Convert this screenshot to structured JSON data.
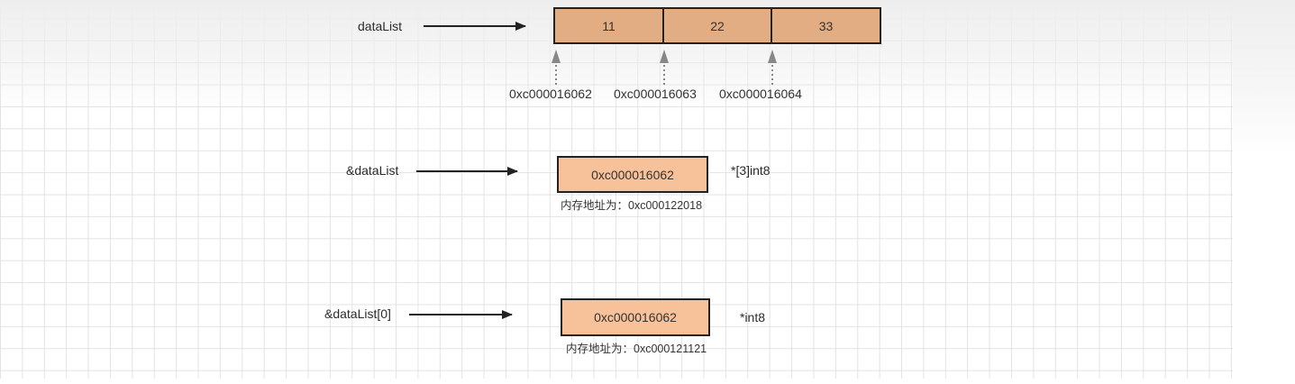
{
  "array": {
    "var_label": "dataList",
    "cells": [
      "11",
      "22",
      "33"
    ],
    "addresses": [
      "0xc000016062",
      "0xc000016063",
      "0xc000016064"
    ]
  },
  "array_pointer": {
    "var_label": "&dataList",
    "value": "0xc000016062",
    "type": "*[3]int8",
    "memory_note": "内存地址为：0xc000122018"
  },
  "element_pointer": {
    "var_label": "&dataList[0]",
    "value": "0xc000016062",
    "type": "*int8",
    "memory_note": "内存地址为：0xc000121121"
  },
  "colors": {
    "array_cell_fill": "#e2ad82",
    "pointer_box_fill": "#f7c299",
    "outline": "#222222",
    "address_arrow": "#888888"
  }
}
